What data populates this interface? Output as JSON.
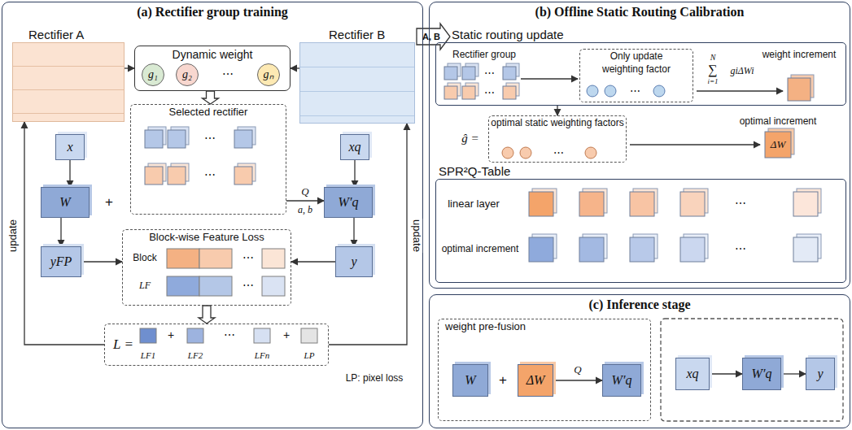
{
  "diagram": {
    "nodes": [
      {
        "text": [
          "(a) Rectifier group training"
        ]
      },
      {
        "text": [
          "Rectifier A"
        ],
        "in": 0
      },
      {
        "text": [
          "Rectifier B"
        ],
        "in": 0
      },
      {
        "text": [
          "Dynamic weight"
        ],
        "in": 0
      },
      {
        "text": [
          "g₁"
        ],
        "in": 3
      },
      {
        "text": [
          "g₂"
        ],
        "in": 3
      },
      {
        "text": [
          "gₙ"
        ],
        "in": 3
      },
      {
        "text": [
          "Selected rectifier"
        ],
        "in": 0
      },
      {
        "text": [
          "x"
        ],
        "in": 0
      },
      {
        "text": [
          "xq"
        ],
        "in": 0
      },
      {
        "text": [
          "W"
        ],
        "in": 0
      },
      {
        "text": [
          "W′q"
        ],
        "in": 0
      },
      {
        "text": [
          "yFP"
        ],
        "in": 0
      },
      {
        "text": [
          "y"
        ],
        "in": 0
      },
      {
        "text": [
          "Block-wise Feature Loss"
        ],
        "in": 0
      },
      {
        "text": [
          "L ="
        ],
        "in": 0
      },
      {
        "text": [
          "(b) Offline Static Routing Calibration"
        ]
      },
      {
        "text": [
          "Static routing update"
        ],
        "in": 16
      },
      {
        "text": [
          "Only update",
          "weighting factor"
        ],
        "in": 17
      },
      {
        "text": [
          "optimal static weighting factors"
        ],
        "in": 16
      },
      {
        "text": [
          "SPR²Q-Table"
        ],
        "in": 16
      },
      {
        "text": [
          "(c) Inference stage"
        ]
      },
      {
        "text": [
          "weight pre-fusion"
        ],
        "in": 21
      },
      {
        "text": [
          "W"
        ],
        "in": 22
      },
      {
        "text": [
          "ΔW"
        ],
        "in": 22
      },
      {
        "text": [
          "W′q"
        ],
        "in": 22
      },
      {
        "text": [
          "xq"
        ],
        "in": 21
      },
      {
        "text": [
          "W′q"
        ],
        "in": 21
      },
      {
        "text": [
          "y"
        ],
        "in": 21
      }
    ],
    "edges": [
      {
        "from": 1,
        "to": 3,
        "arrow": "to"
      },
      {
        "from": 2,
        "to": 3,
        "arrow": "to"
      },
      {
        "from": 3,
        "to": 7,
        "arrow": "to"
      },
      {
        "from": 8,
        "to": 10,
        "arrow": "to"
      },
      {
        "from": 9,
        "to": 11,
        "arrow": "to"
      },
      {
        "from": 7,
        "to": 11,
        "label": "Q",
        "arrow": "to"
      },
      {
        "from": 10,
        "to": 12,
        "arrow": "to"
      },
      {
        "from": 11,
        "to": 13,
        "arrow": "to"
      },
      {
        "from": 12,
        "to": 14,
        "arrow": "to"
      },
      {
        "from": 13,
        "to": 14,
        "arrow": "to"
      },
      {
        "from": 14,
        "to": 15,
        "arrow": "to"
      },
      {
        "from": 15,
        "to": 1,
        "label": "update",
        "arrow": "to"
      },
      {
        "from": 15,
        "to": 2,
        "label": "update",
        "arrow": "to"
      },
      {
        "from": 0,
        "to": 16,
        "label": "A, B",
        "arrow": "to"
      },
      {
        "from": 17,
        "to": 19,
        "arrow": "to"
      },
      {
        "from": 24,
        "to": 25,
        "label": "Q",
        "arrow": "to"
      },
      {
        "from": 26,
        "to": 27,
        "arrow": "to"
      },
      {
        "from": 27,
        "to": 28,
        "arrow": "to"
      }
    ],
    "labels": [
      "⋯",
      "⋯",
      "⋯",
      "+",
      "a, b",
      "Block",
      "LF",
      "⋯",
      "⋯",
      "LF1",
      "+",
      "LF2",
      "⋯",
      "LFn",
      "+",
      "LP",
      "LP: pixel loss",
      "Rectifier group",
      "⋯",
      "⋯",
      "⋯",
      "N",
      "∑",
      "i=1",
      "giΔWi",
      "weight increment",
      "ĝ =",
      "⋯",
      "optimal increment",
      "ΔW",
      "linear layer",
      "⋯",
      "optimal increment",
      "⋯",
      "+"
    ]
  }
}
